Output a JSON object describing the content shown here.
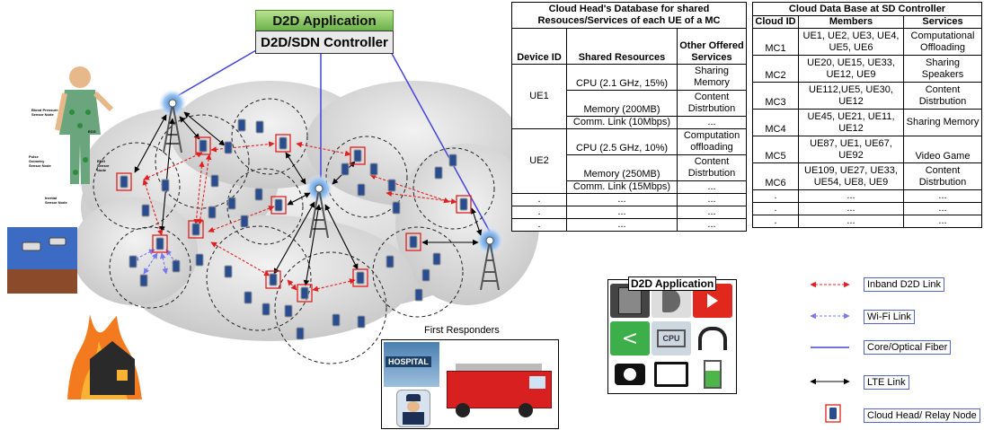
{
  "titles": {
    "application": "D2D Application",
    "controller": "D2D/SDN Controller",
    "first_responders": "First Responders",
    "app_panel": "D2D Application",
    "hospital_sign": "HOSPITAL"
  },
  "sensor_labels": {
    "blood_pressure": "Blood Pressure Sensor Node",
    "ecg": "ECG",
    "emg": "EMG Sensor Node",
    "pulse_oximetry": "Pulse Oximetry Sensor Node",
    "inertial": "Inertial Sensor Node"
  },
  "table_head": {
    "title": "Cloud Head's Database for shared Resouces/Services of each UE of a MC",
    "columns": [
      "Device ID",
      "Shared Resources",
      "Other Offered Services"
    ],
    "rows": [
      {
        "id": "UE1",
        "res": [
          "CPU (2.1 GHz, 15%)",
          "Memory (200MB)",
          "Comm. Link (10Mbps)"
        ],
        "svc": [
          "Sharing Memory",
          "Content Distrbution",
          "..."
        ]
      },
      {
        "id": "UE2",
        "res": [
          "CPU (2.5 GHz, 10%)",
          "Memory (250MB)",
          "Comm. Link (15Mbps)"
        ],
        "svc": [
          "Computation offloading",
          "Content Distrbution",
          "..."
        ]
      }
    ],
    "extra_rows": [
      [
        ".",
        "...",
        "..."
      ],
      [
        ".",
        "...",
        "..."
      ],
      [
        ".",
        "...",
        "..."
      ]
    ]
  },
  "table_sdn": {
    "title": "Cloud Data Base at SD Controller",
    "columns": [
      "Cloud ID",
      "Members",
      "Services"
    ],
    "rows": [
      {
        "id": "MC1",
        "members": "UE1, UE2, UE3, UE4, UE5, UE6",
        "svc": "Computational Offloading"
      },
      {
        "id": "MC2",
        "members": "UE20, UE15, UE33, UE12, UE9",
        "svc": "Sharing Speakers"
      },
      {
        "id": "MC3",
        "members": "UE112,UE5, UE30, UE12",
        "svc": "Content Distrbution"
      },
      {
        "id": "MC4",
        "members": "UE45, UE21, UE11, UE12",
        "svc": "Sharing Memory"
      },
      {
        "id": "MC5",
        "members": "UE87, UE1, UE67, UE92",
        "svc": "Video Game"
      },
      {
        "id": "MC6",
        "members": "UE109, UE27, UE33, UE54, UE8, UE9",
        "svc": "Content Distrbution"
      }
    ],
    "extra_rows": [
      [
        ".",
        "...",
        "..."
      ],
      [
        ".",
        "...",
        "..."
      ],
      [
        ".",
        "...",
        "..."
      ]
    ]
  },
  "legend": [
    {
      "label": "Inband D2D Link",
      "icon": "red-dashed-arrow",
      "color": "#e02020"
    },
    {
      "label": "Wi-Fi Link",
      "icon": "blue-dashed-arrow",
      "color": "#7777ee"
    },
    {
      "label": "Core/Optical Fiber",
      "icon": "blue-line",
      "color": "#4444dd"
    },
    {
      "label": "LTE Link",
      "icon": "black-arrow",
      "color": "#000000"
    },
    {
      "label": "Cloud Head/ Relay Node",
      "icon": "phone-red-box",
      "color": "#e02020"
    }
  ],
  "app_icons": [
    "pdf-icon",
    "speaker-icon",
    "youtube-icon",
    "share-icon",
    "cpu-icon",
    "headphones-icon",
    "camera-icon",
    "monitor-icon",
    "battery-icon"
  ],
  "app_icon_text": {
    "cpu": "CPU"
  }
}
